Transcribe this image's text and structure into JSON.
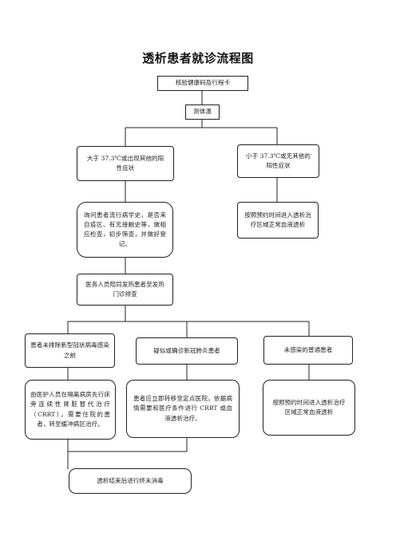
{
  "title": "透析患者就诊流程图",
  "nodes": {
    "check_code": "核验健康码及行程卡",
    "temp": "测体温",
    "high_temp": "大于 37.3℃或出现其他的阳性症状",
    "normal_temp": "小于 37.3℃或无其他的阳性症状",
    "inquiry": "询问患者流行病学史，是否来自疫区、有无接触史等，做相应检查，初步筛查，并做好登记。",
    "normal_dialysis_1": "按照预约时间进入透析治疗区域正常血液透析",
    "escort": "医务人员陪同发热患者至发热门诊排查",
    "not_excluded": "患者未排除新型冠状病毒感染之前",
    "suspected": "疑似或确诊新冠肺炎患者",
    "uninfected": "未感染的普通患者",
    "crrt_isolation": "由医护人员在隔离病房先行床旁连续性肾脏替代治疗（CRRT），需要住院的患者，转至缓冲病区治疗。",
    "transfer": "患者应立即转移至定点医院，依据病情需要和医疗条件进行 CRRT 或血液透析治疗。",
    "normal_dialysis_2": "按照预约时间进入透析治疗区域正常血液透析",
    "disinfect": "透析结束后进行终末消毒"
  }
}
